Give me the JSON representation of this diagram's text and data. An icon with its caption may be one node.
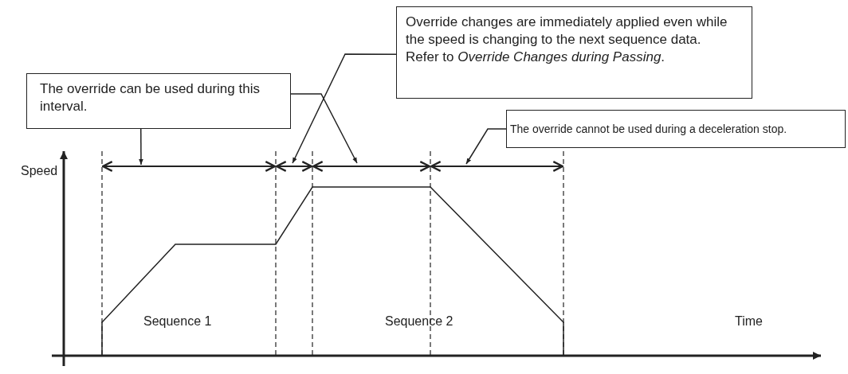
{
  "diagram": {
    "nodes": [
      {
        "text": [
          "The override can be used during this interval."
        ]
      },
      {
        "text": [
          "Override changes are immediately applied even while the speed is changing to the next sequence data.",
          "Refer to *Override Changes during Passing*."
        ]
      },
      {
        "text": [
          "The override cannot be used during a deceleration stop."
        ]
      }
    ],
    "edges": [
      {
        "from": 0,
        "to": null,
        "arrow": "to"
      },
      {
        "from": 0,
        "to": null,
        "arrow": "to"
      },
      {
        "from": 1,
        "to": null,
        "arrow": "to"
      },
      {
        "from": 2,
        "to": null,
        "arrow": "to"
      }
    ],
    "labels": [
      "Speed",
      "Sequence 1",
      "Sequence 2",
      "Time"
    ]
  }
}
